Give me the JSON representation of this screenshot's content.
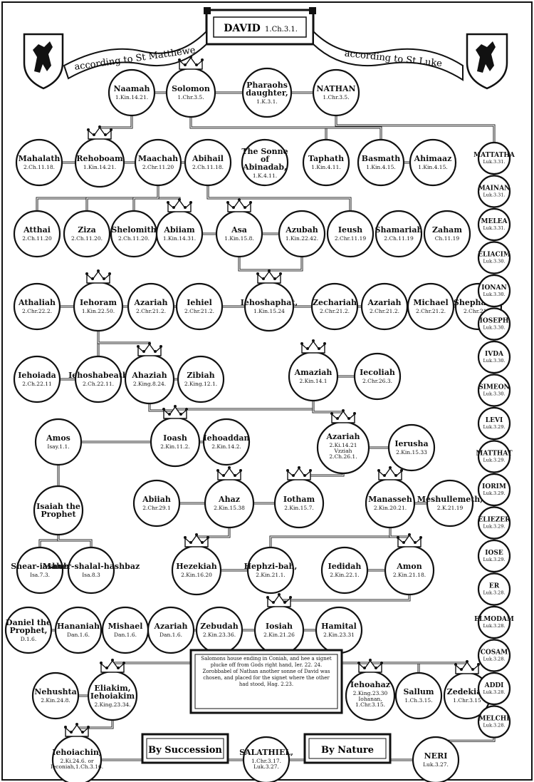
{
  "title": {
    "name": "DAVID",
    "ref": "1.Ch.3.1."
  },
  "banners": {
    "left": "according to St Matthewe",
    "right": "according to St Luke"
  },
  "colors": {
    "ink": "#111111",
    "paper": "#ffffff"
  },
  "note": "Salomons house ending in Coniah, and hee a signet plucke off from Gods right hand, Ier. 22. 24. Zorobbabel of Nathan another sonne of David was chosen, and placed for the signet where the other had stood, Hag. 2.23.",
  "labels": {
    "succession": "By Succession",
    "nature": "By Nature"
  },
  "nodes": [
    {
      "id": "naamah",
      "name": "Naamah",
      "ref": "1.Kin.14.21."
    },
    {
      "id": "solomon",
      "name": "Solomon",
      "ref": "1.Chr.3.5.",
      "crown": true
    },
    {
      "id": "pharaoh",
      "name": "Pharaohs daughter,",
      "ref": "1.K.3.1."
    },
    {
      "id": "nathan",
      "name": "NATHAN",
      "ref": "1.Chr.3.5."
    },
    {
      "id": "mahalath",
      "name": "Mahalath",
      "ref": "2.Ch.11.18."
    },
    {
      "id": "rehoboam",
      "name": "Rehoboam",
      "ref": "1.Kin.14.21.",
      "crown": true
    },
    {
      "id": "maachah",
      "name": "Maachah",
      "ref": "2.Chr.11.20"
    },
    {
      "id": "abihail",
      "name": "Abihail",
      "ref": "2.Ch.11.18."
    },
    {
      "id": "sonne",
      "name": "The Sonne of Abinadab,",
      "ref": "1.K.4.11."
    },
    {
      "id": "taphath",
      "name": "Taphath",
      "ref": "1.Kin.4.11."
    },
    {
      "id": "basmath",
      "name": "Basmath",
      "ref": "1.Kin.4.15."
    },
    {
      "id": "ahimaaz",
      "name": "Ahimaaz",
      "ref": "1.Kin.4.15."
    },
    {
      "id": "attai",
      "name": "Atthai",
      "ref": "2.Ch.11.20"
    },
    {
      "id": "ziza",
      "name": "Ziza",
      "ref": "2.Ch.11.20."
    },
    {
      "id": "shelomith",
      "name": "Shelomith",
      "ref": "2.Ch.11.20."
    },
    {
      "id": "abiiam",
      "name": "Abiiam",
      "ref": "1.Kin.14.31.",
      "crown": true
    },
    {
      "id": "asa",
      "name": "Asa",
      "ref": "1.Kin.15.8.",
      "crown": true
    },
    {
      "id": "azubah",
      "name": "Azubah",
      "ref": "1.Kin.22.42."
    },
    {
      "id": "ieush",
      "name": "Ieush",
      "ref": "2.Chr.11.19"
    },
    {
      "id": "shamariah",
      "name": "Shamariah",
      "ref": "2.Ch.11.19"
    },
    {
      "id": "zaham",
      "name": "Zaham",
      "ref": "Ch.11.19"
    },
    {
      "id": "athaliah",
      "name": "Athaliah",
      "ref": "2.Chr.22.2."
    },
    {
      "id": "iehoram",
      "name": "Iehoram",
      "ref": "1.Kin.22.50.",
      "crown": true
    },
    {
      "id": "azariah1",
      "name": "Azariah",
      "ref": "2.Chr.21.2."
    },
    {
      "id": "iehiel",
      "name": "Iehiel",
      "ref": "2.Chr.21.2."
    },
    {
      "id": "iehoshaphat",
      "name": "Iehoshaphat,",
      "ref": "1.Kin.15.24",
      "crown": true
    },
    {
      "id": "zechariah",
      "name": "Zechariah",
      "ref": "2.Chr.21.2."
    },
    {
      "id": "azariah2",
      "name": "Azariah",
      "ref": "2.Chr.21.2."
    },
    {
      "id": "michael",
      "name": "Michael",
      "ref": "2.Chr.21.2."
    },
    {
      "id": "shephatiah",
      "name": "Shephatiah",
      "ref": "2.Chr.21.2."
    },
    {
      "id": "iehoiada",
      "name": "Iehoiada",
      "ref": "2.Ch.22.11"
    },
    {
      "id": "iehoshabeath",
      "name": "Iehoshabeath",
      "ref": "2.Ch.22.11."
    },
    {
      "id": "ahaziah",
      "name": "Ahaziah",
      "ref": "2.King.8.24.",
      "crown": true
    },
    {
      "id": "zibiah",
      "name": "Zibiah",
      "ref": "2.King.12.1."
    },
    {
      "id": "amaziah",
      "name": "Amaziah",
      "ref": "2.Kin.14.1",
      "crown": true
    },
    {
      "id": "iecoliah",
      "name": "Iecoliah",
      "ref": "2.Chr.26.3."
    },
    {
      "id": "amos",
      "name": "Amos",
      "ref": "Isay.1.1."
    },
    {
      "id": "ioash",
      "name": "Ioash",
      "ref": "2.Kin.11.2.",
      "crown": true
    },
    {
      "id": "iehoaddan",
      "name": "Iehoaddan",
      "ref": "2.Kin.14.2."
    },
    {
      "id": "azariah3",
      "name": "Azariah",
      "ref": "2.Ki.14.21 Vzziah 2.Ch.26.1.",
      "crown": true
    },
    {
      "id": "ierusha",
      "name": "Ierusha",
      "ref": "2.Kin.15.33"
    },
    {
      "id": "isaiah",
      "name": "Isaiah the Prophet",
      "ref": ""
    },
    {
      "id": "abiiah",
      "name": "Abiiah",
      "ref": "2.Chr.29.1"
    },
    {
      "id": "ahaz",
      "name": "Ahaz",
      "ref": "2.Kin.15.38",
      "crown": true
    },
    {
      "id": "iotham",
      "name": "Iotham",
      "ref": "2.Kin.15.7.",
      "crown": true
    },
    {
      "id": "manasseh",
      "name": "Manasseh",
      "ref": "2.Kin.20.21.",
      "crown": true
    },
    {
      "id": "meshulemeth",
      "name": "Meshullemeth,",
      "ref": "2.K.21.19"
    },
    {
      "id": "shearjashub",
      "name": "Shear-iashub",
      "ref": "Isa.7.3."
    },
    {
      "id": "maher",
      "name": "Maher-shalal-hashbaz",
      "ref": "Isa.8.3"
    },
    {
      "id": "hezekiah",
      "name": "Hezekiah",
      "ref": "2.Kin.16.20",
      "crown": true
    },
    {
      "id": "hephzibah",
      "name": "Hephzi-bah,",
      "ref": "2.Kin.21.1."
    },
    {
      "id": "iedidah",
      "name": "Iedidah",
      "ref": "2.Kin.22.1."
    },
    {
      "id": "amon",
      "name": "Amon",
      "ref": "2.Kin.21.18.",
      "crown": true
    },
    {
      "id": "daniel",
      "name": "Daniel the Prophet,",
      "ref": "D.1.6."
    },
    {
      "id": "hananiah",
      "name": "Hananiah",
      "ref": "Dan.1.6."
    },
    {
      "id": "mishael",
      "name": "Mishael",
      "ref": "Dan.1.6."
    },
    {
      "id": "azariah4",
      "name": "Azariah",
      "ref": "Dan.1.6."
    },
    {
      "id": "zebudah",
      "name": "Zebudah",
      "ref": "2.Kin.23.36."
    },
    {
      "id": "iosiah",
      "name": "Iosiah",
      "ref": "2.Kin.21.26",
      "crown": true
    },
    {
      "id": "hamital",
      "name": "Hamital",
      "ref": "2.Kin.23.31"
    },
    {
      "id": "nehushta",
      "name": "Nehushta",
      "ref": "2.Kin.24.8."
    },
    {
      "id": "eliakim",
      "name": "Eliakim, Iehoiakim",
      "ref": "2.King.23.34.",
      "crown": true
    },
    {
      "id": "iehoahaz",
      "name": "Iehoahaz",
      "ref": "2.King.23.30 Iohanan, 1.Chr.3.15.",
      "crown": true
    },
    {
      "id": "sallum",
      "name": "Sallum",
      "ref": "1.Ch.3.15."
    },
    {
      "id": "zedekiah",
      "name": "Zedekiah",
      "ref": "1.Chr.3.15",
      "crown": true
    },
    {
      "id": "iehoiachin",
      "name": "Iehoiachin,",
      "ref": "2.Ki.24.6. or Ieconiah,1.Ch.3.16.",
      "crown": true
    },
    {
      "id": "salathiel",
      "name": "SALATHIEL,",
      "ref": "1.Chr.3.17. Luk.3.27."
    },
    {
      "id": "neri",
      "name": "NERI",
      "ref": "Luk.3.27."
    },
    {
      "id": "mattatha",
      "name": "MATTATHA",
      "ref": "Luk.3.31."
    },
    {
      "id": "mainan",
      "name": "MAINAN",
      "ref": "Luk.3.31."
    },
    {
      "id": "melea",
      "name": "MELEA",
      "ref": "Luk.3.31."
    },
    {
      "id": "eliacim",
      "name": "ELIACIM",
      "ref": "Luk.3.30."
    },
    {
      "id": "ionan",
      "name": "IONAN",
      "ref": "Luk.3.30."
    },
    {
      "id": "ioseph",
      "name": "IOSEPH",
      "ref": "Luk.3.30."
    },
    {
      "id": "iuda",
      "name": "IVDA",
      "ref": "Luk.3.30."
    },
    {
      "id": "simeon",
      "name": "SIMEON",
      "ref": "Luk.3.30."
    },
    {
      "id": "levi",
      "name": "LEVI",
      "ref": "Luk.3.29."
    },
    {
      "id": "matthat",
      "name": "MATTHAT",
      "ref": "Luk.3.29."
    },
    {
      "id": "iorim",
      "name": "IORIM",
      "ref": "Luk.3.29."
    },
    {
      "id": "eliezer",
      "name": "ELIEZER",
      "ref": "Luk.3.29."
    },
    {
      "id": "iose",
      "name": "IOSE",
      "ref": "Luk.3.29."
    },
    {
      "id": "er",
      "name": "ER",
      "ref": "Luk.3.28."
    },
    {
      "id": "elmodam",
      "name": "ELMODAM",
      "ref": "Luk.3.28."
    },
    {
      "id": "cosam",
      "name": "COSAM",
      "ref": "Luk.3.28."
    },
    {
      "id": "addi",
      "name": "ADDI",
      "ref": "Luk.3.28."
    },
    {
      "id": "melchi",
      "name": "MELCHI",
      "ref": "Luk.3.28."
    }
  ]
}
